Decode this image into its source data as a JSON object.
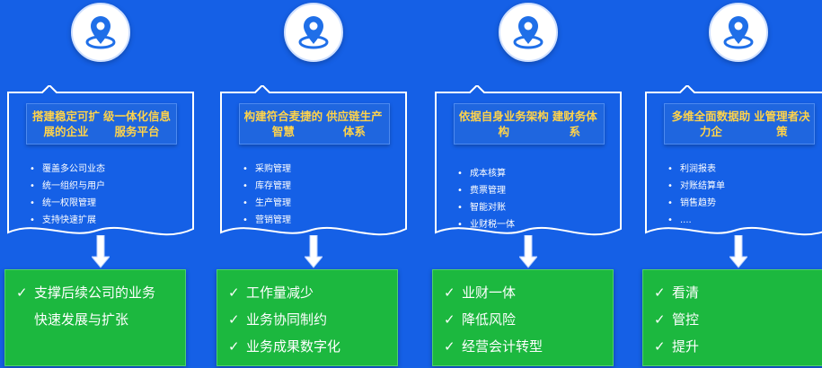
{
  "columns": [
    {
      "title": "搭建稳定可扩展的企业级一体化信息服务平台",
      "title_lines": [
        "搭建稳定可扩展的企业",
        "级一体化信息服务平台"
      ],
      "bullets": [
        "覆盖多公司业态",
        "统一组织与用户",
        "统一权限管理",
        "支持快速扩展"
      ],
      "results": [
        "支撑后续公司的业务",
        "快速发展与扩张"
      ],
      "result_checks": [
        true,
        false
      ]
    },
    {
      "title": "构建符合麦捷的智慧供应链生产体系",
      "title_lines": [
        "构建符合麦捷的智慧",
        "供应链生产体系"
      ],
      "bullets": [
        "采购管理",
        "库存管理",
        "生产管理",
        "营销管理"
      ],
      "results": [
        "工作量减少",
        "业务协同制约",
        "业务成果数字化"
      ],
      "result_checks": [
        true,
        true,
        true
      ]
    },
    {
      "title": "依据自身业务架构构建财务体系",
      "title_lines": [
        "依据自身业务架构构",
        "建财务体系"
      ],
      "bullets": [
        "成本核算",
        "费票管理",
        "智能对账",
        "业财税一体"
      ],
      "results": [
        "业财一体",
        "降低风险",
        "经营会计转型"
      ],
      "result_checks": [
        true,
        true,
        true
      ]
    },
    {
      "title": "多维全面数据助力企业管理者决策",
      "title_lines": [
        "多维全面数据助力企",
        "业管理者决策"
      ],
      "bullets": [
        "利润报表",
        "对账结算单",
        "销售趋势",
        "...."
      ],
      "results": [
        "看清",
        "管控",
        "提升"
      ],
      "result_checks": [
        true,
        true,
        true
      ]
    }
  ],
  "colors": {
    "background": "#1560e6",
    "title_text": "#ffd34a",
    "result_fill": "#1cb83f",
    "pin": "#1f6fe8"
  },
  "icons": {
    "pin": "location-pin-icon",
    "check": "check-icon",
    "arrow": "down-arrow-icon"
  }
}
